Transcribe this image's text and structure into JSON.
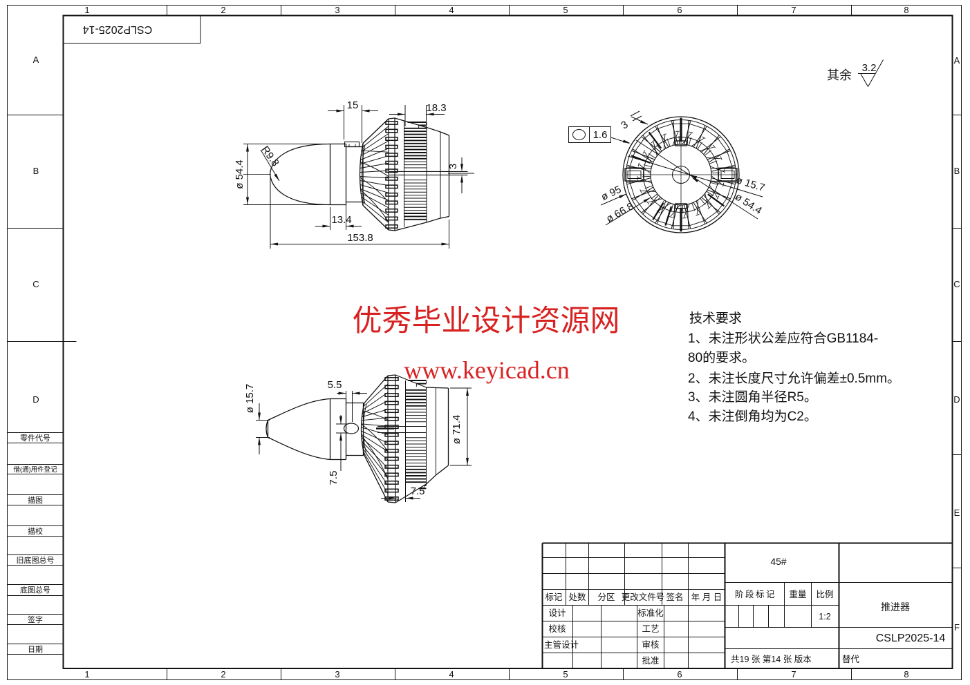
{
  "document": {
    "type": "engineering-drawing",
    "part_name": "推进器",
    "drawing_number": "CSLP2025-14",
    "material": "45#",
    "scale": "1:2"
  },
  "frame": {
    "zone_cols": [
      "1",
      "2",
      "3",
      "4",
      "5",
      "6",
      "7",
      "8"
    ],
    "zone_rows_left": [
      "A",
      "B",
      "C",
      "D"
    ],
    "zone_rows_right": [
      "A",
      "B",
      "C",
      "D",
      "E",
      "F"
    ],
    "doc_number_top": "CSLP2025-14"
  },
  "side_boxes": {
    "labels": [
      "零件代号",
      "借(通)用件登记",
      "描图",
      "描校",
      "旧底图总号",
      "底图总号",
      "签字",
      "日期"
    ]
  },
  "watermark": {
    "line1": "优秀毕业设计资源网",
    "line2": "www.keyicad.cn",
    "color": "#d82222"
  },
  "tech_requirements": {
    "title": "技术要求",
    "lines": [
      "1、未注形状公差应符合GB1184-",
      "80的要求。",
      "2、未注长度尺寸允许偏差±0.5mm。",
      "3、未注圆角半径R5。",
      "4、未注倒角均为C2。"
    ]
  },
  "surface_finish": {
    "prefix": "其余",
    "value": "3.2"
  },
  "roughness_callout": {
    "value": "1.6"
  },
  "dimensions": {
    "top_view": {
      "len15": "15",
      "len18_3": "18.3",
      "dia54_4": "ø 54.4",
      "r9_8": "R9.8",
      "len13_4": "13.4",
      "len153_8": "153.8",
      "thk3": "3"
    },
    "front_view": {
      "dia95": "ø 95",
      "dia66_8": "ø 66.8",
      "dia15_7": "ø 15.7",
      "dia54_4": "ø 54.4",
      "thk3": "3"
    },
    "bottom_view": {
      "dia15_7": "ø 15.7",
      "len5_5": "5.5",
      "len7_5_hole": "7.5",
      "len7_5_rim": "7.5",
      "dia71_4": "ø 71.4"
    }
  },
  "title_block": {
    "rev_header": [
      "标记",
      "处数",
      "分区",
      "更改文件号",
      "签名",
      "年 月 日"
    ],
    "sign_left": [
      "设计",
      "校核",
      "主管设计"
    ],
    "sign_mid": [
      "标准化",
      "工艺",
      "审核",
      "批准"
    ],
    "material": "45#",
    "stage_label": "阶段标记",
    "weight_label": "重量",
    "scale_label": "比例",
    "scale_value": "1:2",
    "part_name": "推进器",
    "drawing_number": "CSLP2025-14",
    "sheet_info": "共19 张 第14 张 版本",
    "replace_label": "替代"
  }
}
